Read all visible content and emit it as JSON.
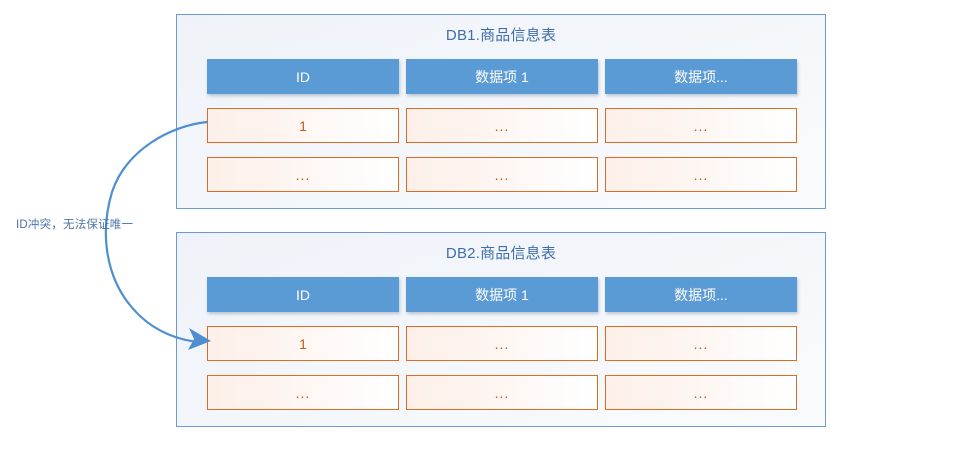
{
  "diagram": {
    "annotation": {
      "label": "ID冲突，无法保证唯一",
      "color": "#4A74AA"
    },
    "connector": {
      "name": "curved-arrow-connector",
      "color": "#4F8FD0",
      "from": "db1-row1-id-cell",
      "to": "db2-row1-id-cell"
    },
    "colors": {
      "panel_border": "#6B9BD2",
      "panel_fill": "#EFF3F9",
      "title_text": "#3F6FAC",
      "header_fill": "#5B9BD5",
      "header_text": "#FFFFFF",
      "data_border": "#DC6B26",
      "data_text": "#C1571A"
    },
    "panels": [
      {
        "id": "db1",
        "title": "DB1.商品信息表",
        "columns": [
          "ID",
          "数据项 1",
          "数据项..."
        ],
        "rows": [
          [
            "1",
            "...",
            "..."
          ],
          [
            "...",
            "...",
            "..."
          ]
        ]
      },
      {
        "id": "db2",
        "title": "DB2.商品信息表",
        "columns": [
          "ID",
          "数据项 1",
          "数据项..."
        ],
        "rows": [
          [
            "1",
            "...",
            "..."
          ],
          [
            "...",
            "...",
            "..."
          ]
        ]
      }
    ]
  }
}
